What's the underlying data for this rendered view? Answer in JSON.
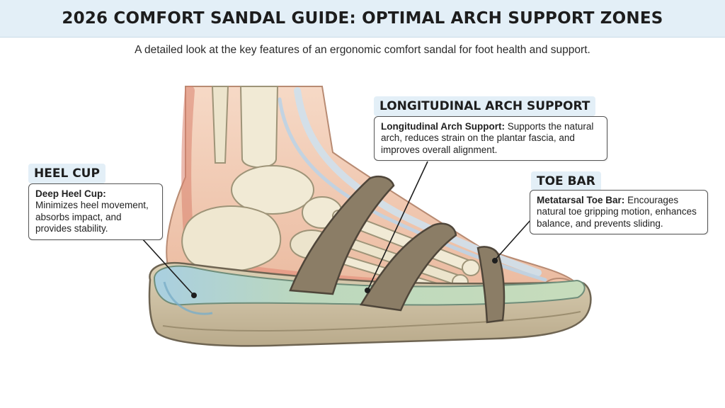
{
  "title": "2026 COMFORT SANDAL GUIDE: OPTIMAL ARCH SUPPORT ZONES",
  "subtitle": "A detailed look at the key features of an ergonomic comfort sandal for foot health and support.",
  "callouts": {
    "heel_cup": {
      "tag": "HEEL CUP",
      "term": "Deep Heel Cup:",
      "description": "Minimizes heel movement, absorbs impact, and provides stability."
    },
    "arch_support": {
      "tag": "LONGITUDINAL ARCH SUPPORT",
      "term": "Longitudinal Arch Support:",
      "description": "Supports the natural arch, reduces strain on the plantar fascia, and improves overall alignment."
    },
    "toe_bar": {
      "tag": "TOE BAR",
      "term": "Metatarsal Toe Bar:",
      "description": "Encourages natural toe gripping motion, enhances balance, and prevents sliding."
    }
  },
  "colors": {
    "header_bg": "#e3eff7",
    "skin": "#f2cbb4",
    "bone": "#efe8d2",
    "strap": "#8b7d66",
    "footbed": "#b8d3b6",
    "sole": "#d6c9ac"
  }
}
